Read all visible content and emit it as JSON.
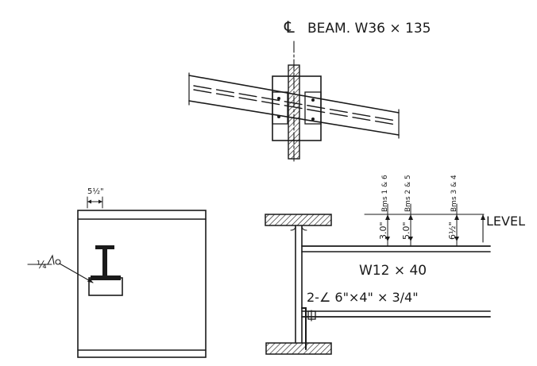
{
  "top_view": {
    "title": "BEAM. W36 × 135",
    "centerline_symbol": "℄"
  },
  "left_view": {
    "dimension": "5½\"",
    "weld_size": "¼"
  },
  "right_view": {
    "beam_label": "W12 × 40",
    "angle_label": "2-∠ 6\"×4\" × 3/4\"",
    "level_label": "LEVEL",
    "dim_1": "3.0\"",
    "dim_2": "5.0\"",
    "dim_3": "6½\"",
    "bent_label_1": "Bms 1 & 6",
    "bent_label_2": "Bms 2 & 5",
    "bent_label_3": "Bms 3 & 4"
  }
}
